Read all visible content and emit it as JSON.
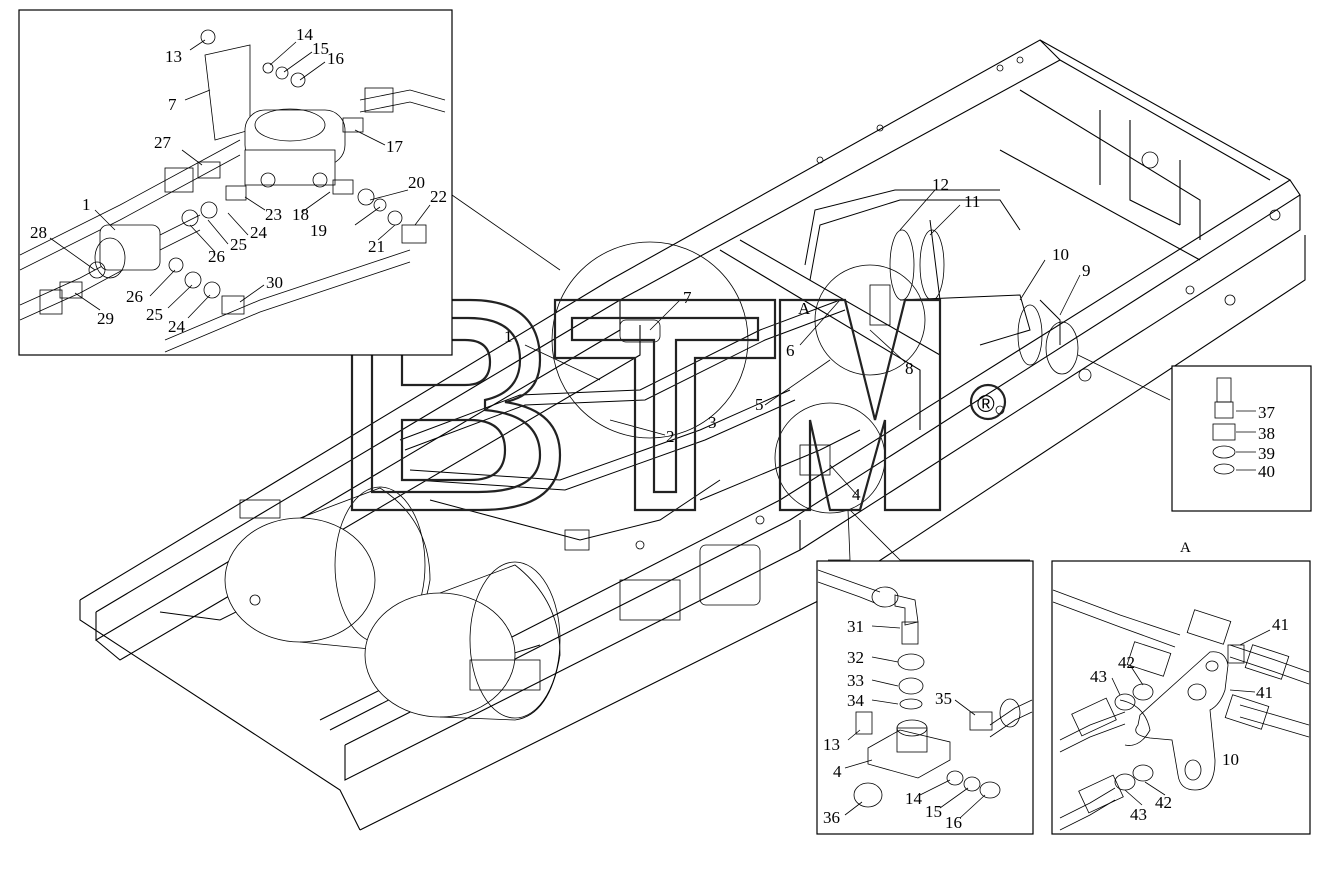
{
  "watermark": {
    "text": "BTM",
    "registered": "®"
  },
  "detail_a_title": "A",
  "callouts": {
    "main": [
      "7",
      "A",
      "1",
      "6",
      "8",
      "5",
      "2",
      "3",
      "4",
      "12",
      "11",
      "10",
      "9"
    ],
    "box1": [
      "13",
      "14",
      "15",
      "16",
      "7",
      "17",
      "27",
      "1",
      "20",
      "22",
      "23",
      "18",
      "19",
      "24",
      "25",
      "26",
      "28",
      "21",
      "29",
      "26",
      "25",
      "24",
      "30"
    ],
    "box2": [
      "37",
      "38",
      "39",
      "40"
    ],
    "box3": [
      "31",
      "32",
      "33",
      "34",
      "35",
      "13",
      "4",
      "36",
      "14",
      "15",
      "16"
    ],
    "box4": [
      "41",
      "42",
      "43",
      "41",
      "10",
      "43",
      "42"
    ]
  }
}
